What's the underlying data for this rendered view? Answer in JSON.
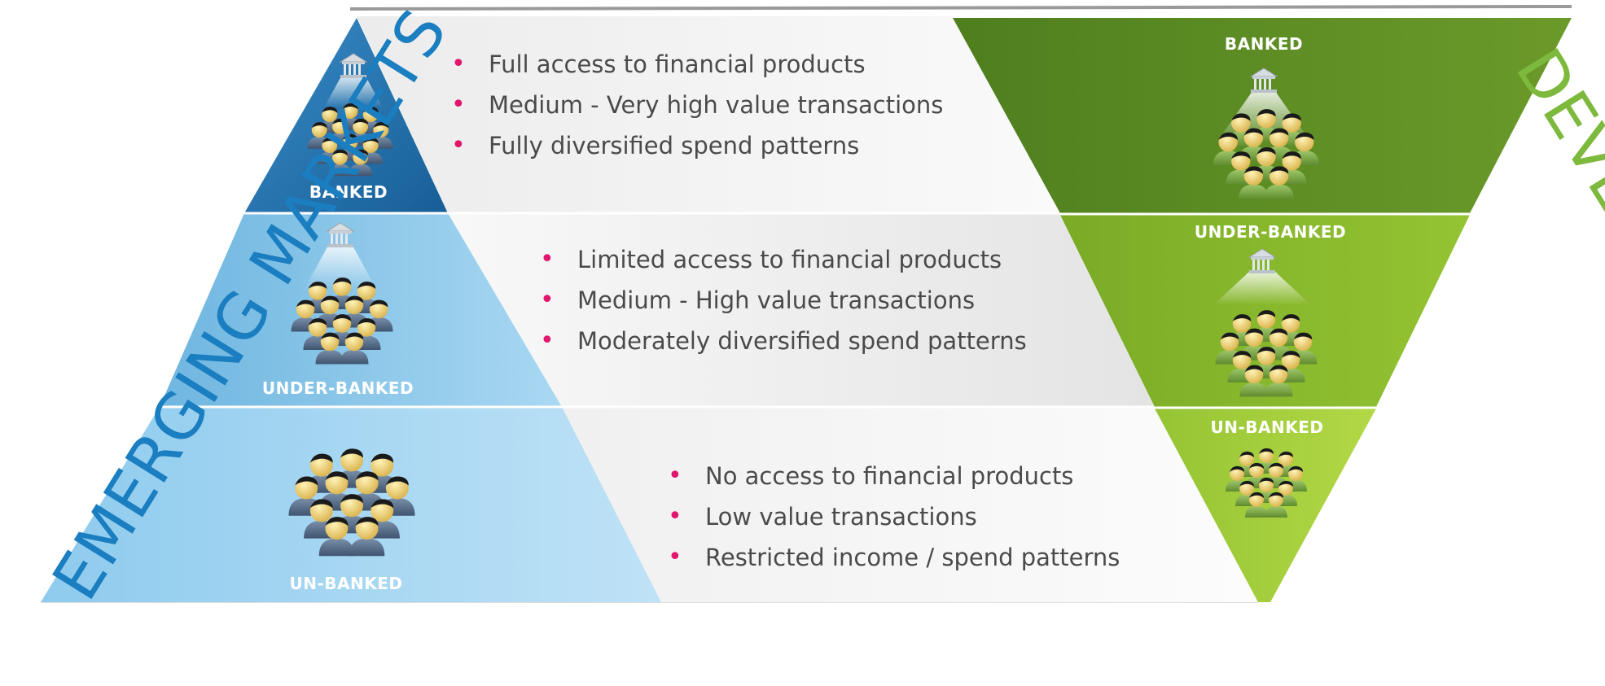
{
  "left_market": {
    "title": "EMERGING MARKETS",
    "color": "#1a7ec0"
  },
  "right_market": {
    "title": "DEVELOPED MARKETS",
    "color": "#7db93c"
  },
  "tiers": [
    {
      "id": "banked",
      "label": "BANKED",
      "bullets": [
        "Full access to financial products",
        "Medium -  Very high value transactions",
        "Fully diversified spend patterns"
      ]
    },
    {
      "id": "under-banked",
      "label": "UNDER-BANKED",
      "bullets": [
        "Limited access to financial products",
        "Medium - High value transactions",
        "Moderately diversified spend patterns"
      ]
    },
    {
      "id": "un-banked",
      "label": "UN-BANKED",
      "bullets": [
        "No access to financial products",
        "Low value transactions",
        "Restricted income / spend  patterns"
      ]
    }
  ],
  "colors": {
    "bullet": "#e2166d",
    "pyramid_top": "#1f72ad",
    "pyramid_mid": "#7fc1e6",
    "pyramid_bottom": "#a8d7f1",
    "inverted_top": "#5a8c24",
    "inverted_mid": "#86b82c",
    "inverted_bottom": "#a8cf3a"
  },
  "icons": {
    "bank": "bank-icon",
    "people": "people-group-icon"
  }
}
